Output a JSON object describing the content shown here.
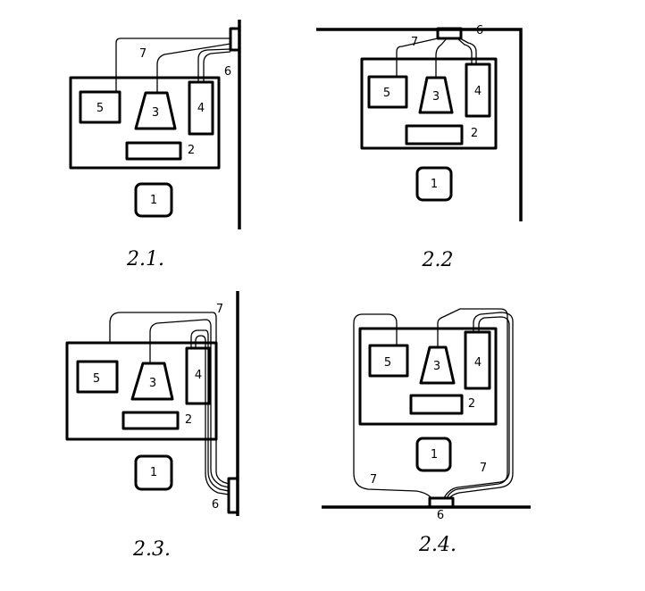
{
  "labels": {
    "n1": "1",
    "n2": "2",
    "n3": "3",
    "n4": "4",
    "n5": "5",
    "n6": "6",
    "n7": "7"
  },
  "captions": {
    "d1": "2.1.",
    "d2": "2.2",
    "d3": "2.3.",
    "d4": "2.4."
  }
}
